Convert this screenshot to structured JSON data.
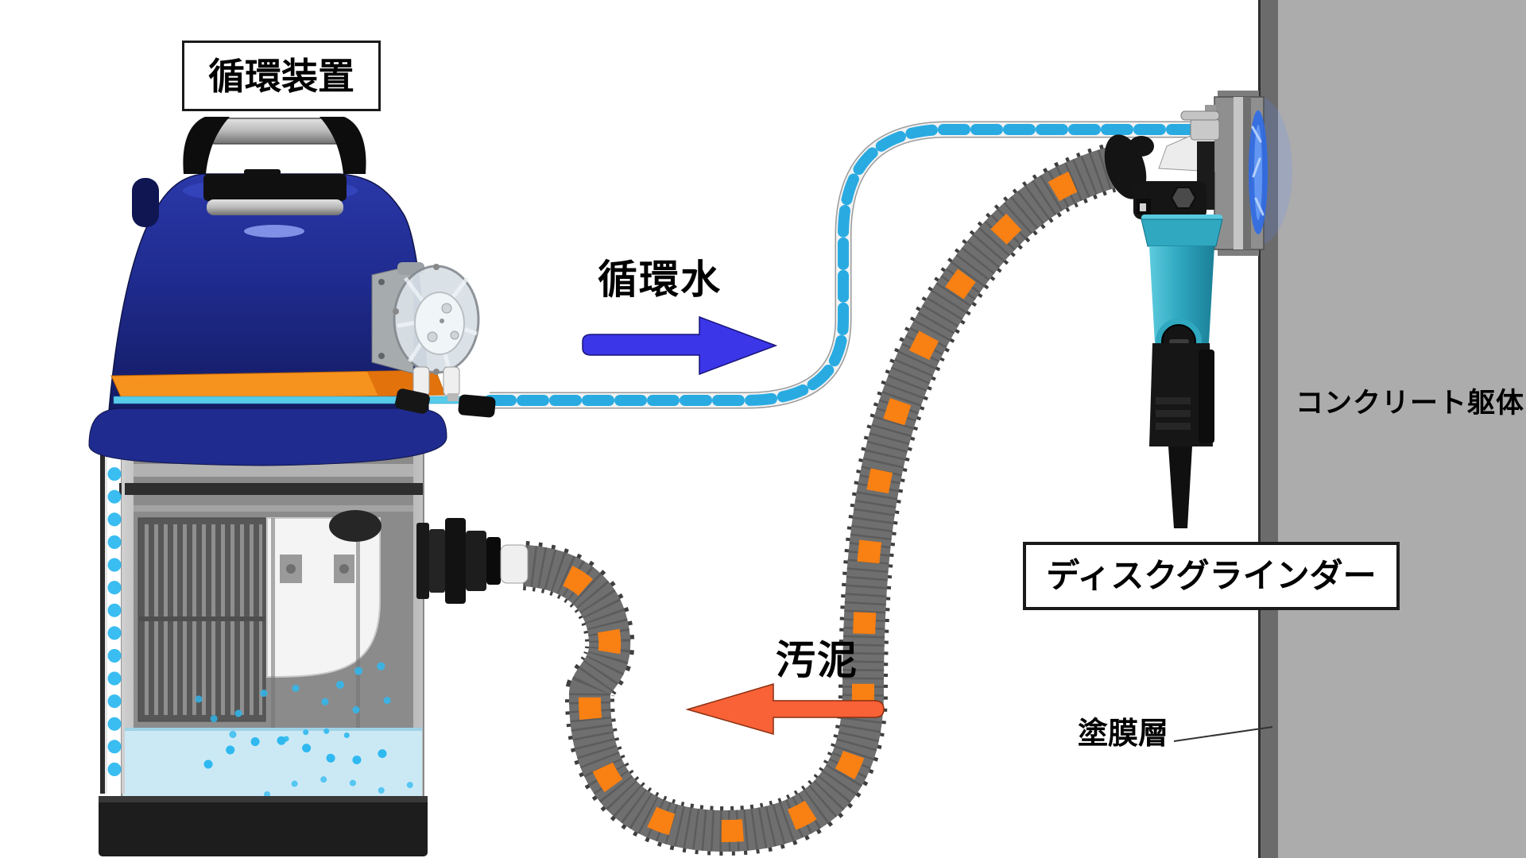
{
  "labels": {
    "device": "循環装置",
    "water_flow": "循環水",
    "sludge_flow": "汚泥",
    "grinder": "ディスクグラインダー",
    "wall": "コンクリート躯体",
    "coating": "塗膜層"
  },
  "colors": {
    "water_arrow": "#3B36E8",
    "sludge_arrow": "#F96137",
    "water_hose_dash": "#29ABE2",
    "sludge_hose_body": "#6F6F6F",
    "sludge_hose_segment": "#F98012",
    "wall": "#ACACAC",
    "coating_layer": "#6B6B6B",
    "device_top": "#1F2B8E",
    "grinder_body": "#2FA8C0",
    "tank_water": "#CBE9F5",
    "particles": "#2FB9F0"
  }
}
